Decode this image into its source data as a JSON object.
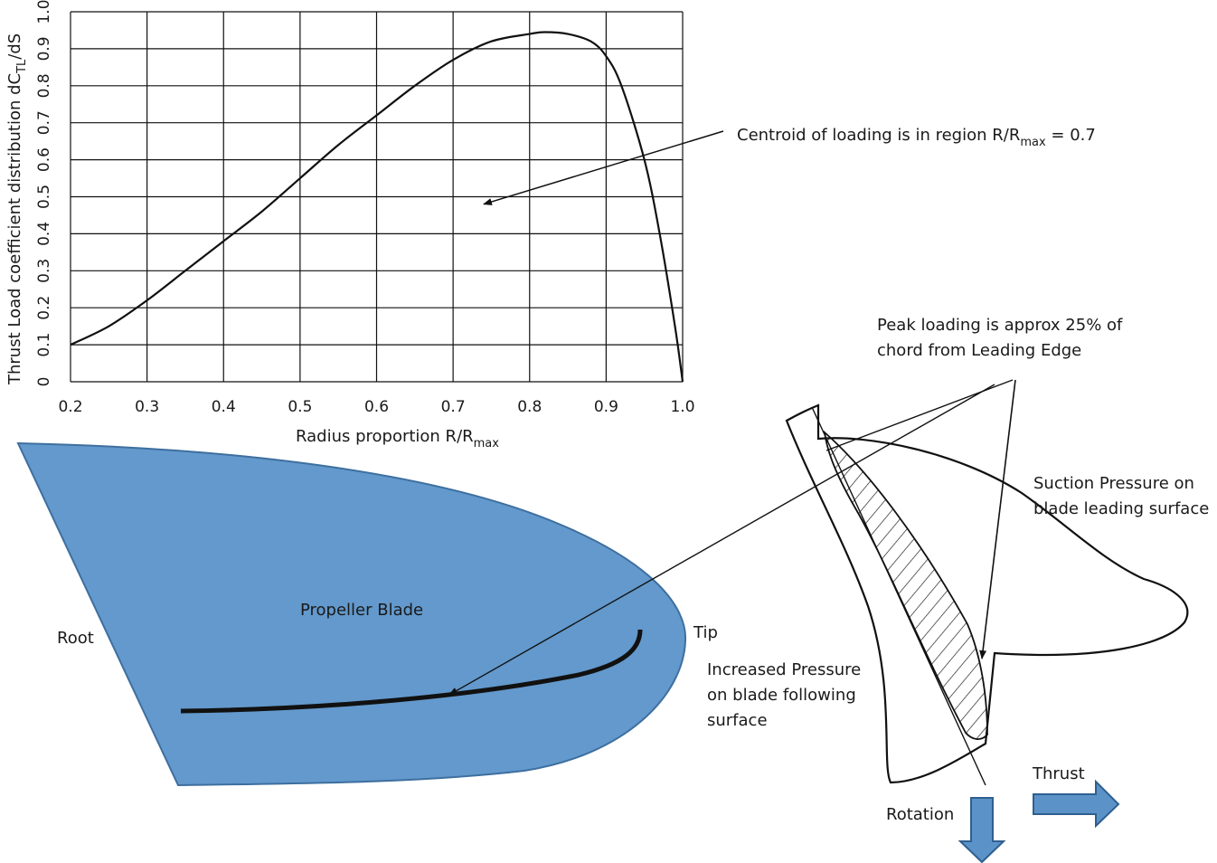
{
  "chart_data": {
    "type": "line",
    "xlabel": "Radius proportion R/R",
    "xlabel_sub": "max",
    "ylabel": "Thrust Load coefficient distribution dC",
    "ylabel_sub": "TL",
    "ylabel_suffix": "/dS",
    "x_ticks": [
      "0.2",
      "0.3",
      "0.4",
      "0.5",
      "0.6",
      "0.7",
      "0.8",
      "0.9",
      "1.0"
    ],
    "y_ticks": [
      "0",
      "0.1",
      "0.2",
      "0.3",
      "0.4",
      "0.5",
      "0.6",
      "0.7",
      "0.8",
      "0.9",
      "1.0"
    ],
    "xlim": [
      0.2,
      1.0
    ],
    "ylim": [
      0,
      1.0
    ],
    "grid": true,
    "series": [
      {
        "x": [
          0.2,
          0.25,
          0.3,
          0.35,
          0.4,
          0.45,
          0.5,
          0.55,
          0.6,
          0.65,
          0.7,
          0.75,
          0.8,
          0.82,
          0.85,
          0.88,
          0.9,
          0.92,
          0.95,
          0.97,
          0.99,
          1.0
        ],
        "y": [
          0.1,
          0.15,
          0.22,
          0.3,
          0.38,
          0.46,
          0.55,
          0.64,
          0.72,
          0.8,
          0.87,
          0.92,
          0.94,
          0.945,
          0.94,
          0.92,
          0.88,
          0.8,
          0.6,
          0.4,
          0.15,
          0.0
        ]
      }
    ],
    "annotation": {
      "text": "Centroid of loading is in region R/R",
      "sub": "max",
      "suffix": " = 0.7",
      "point": [
        0.74,
        0.48
      ]
    }
  },
  "labels": {
    "blade": "Propeller Blade",
    "root": "Root",
    "tip": "Tip",
    "peak_line1": "Peak loading is approx 25% of",
    "peak_line2": "chord from Leading Edge",
    "suction_line1": "Suction Pressure on",
    "suction_line2": "blade leading surface",
    "pressure_line1": "Increased Pressure",
    "pressure_line2": "on blade following",
    "pressure_line3": "surface",
    "thrust": "Thrust",
    "rotation": "Rotation"
  },
  "colors": {
    "blade_fill": "#6399cc",
    "blade_edge": "#3e6f9f",
    "arrow_fill": "#5b93c9",
    "arrow_edge": "#2f5f8f",
    "ink": "#111111"
  }
}
